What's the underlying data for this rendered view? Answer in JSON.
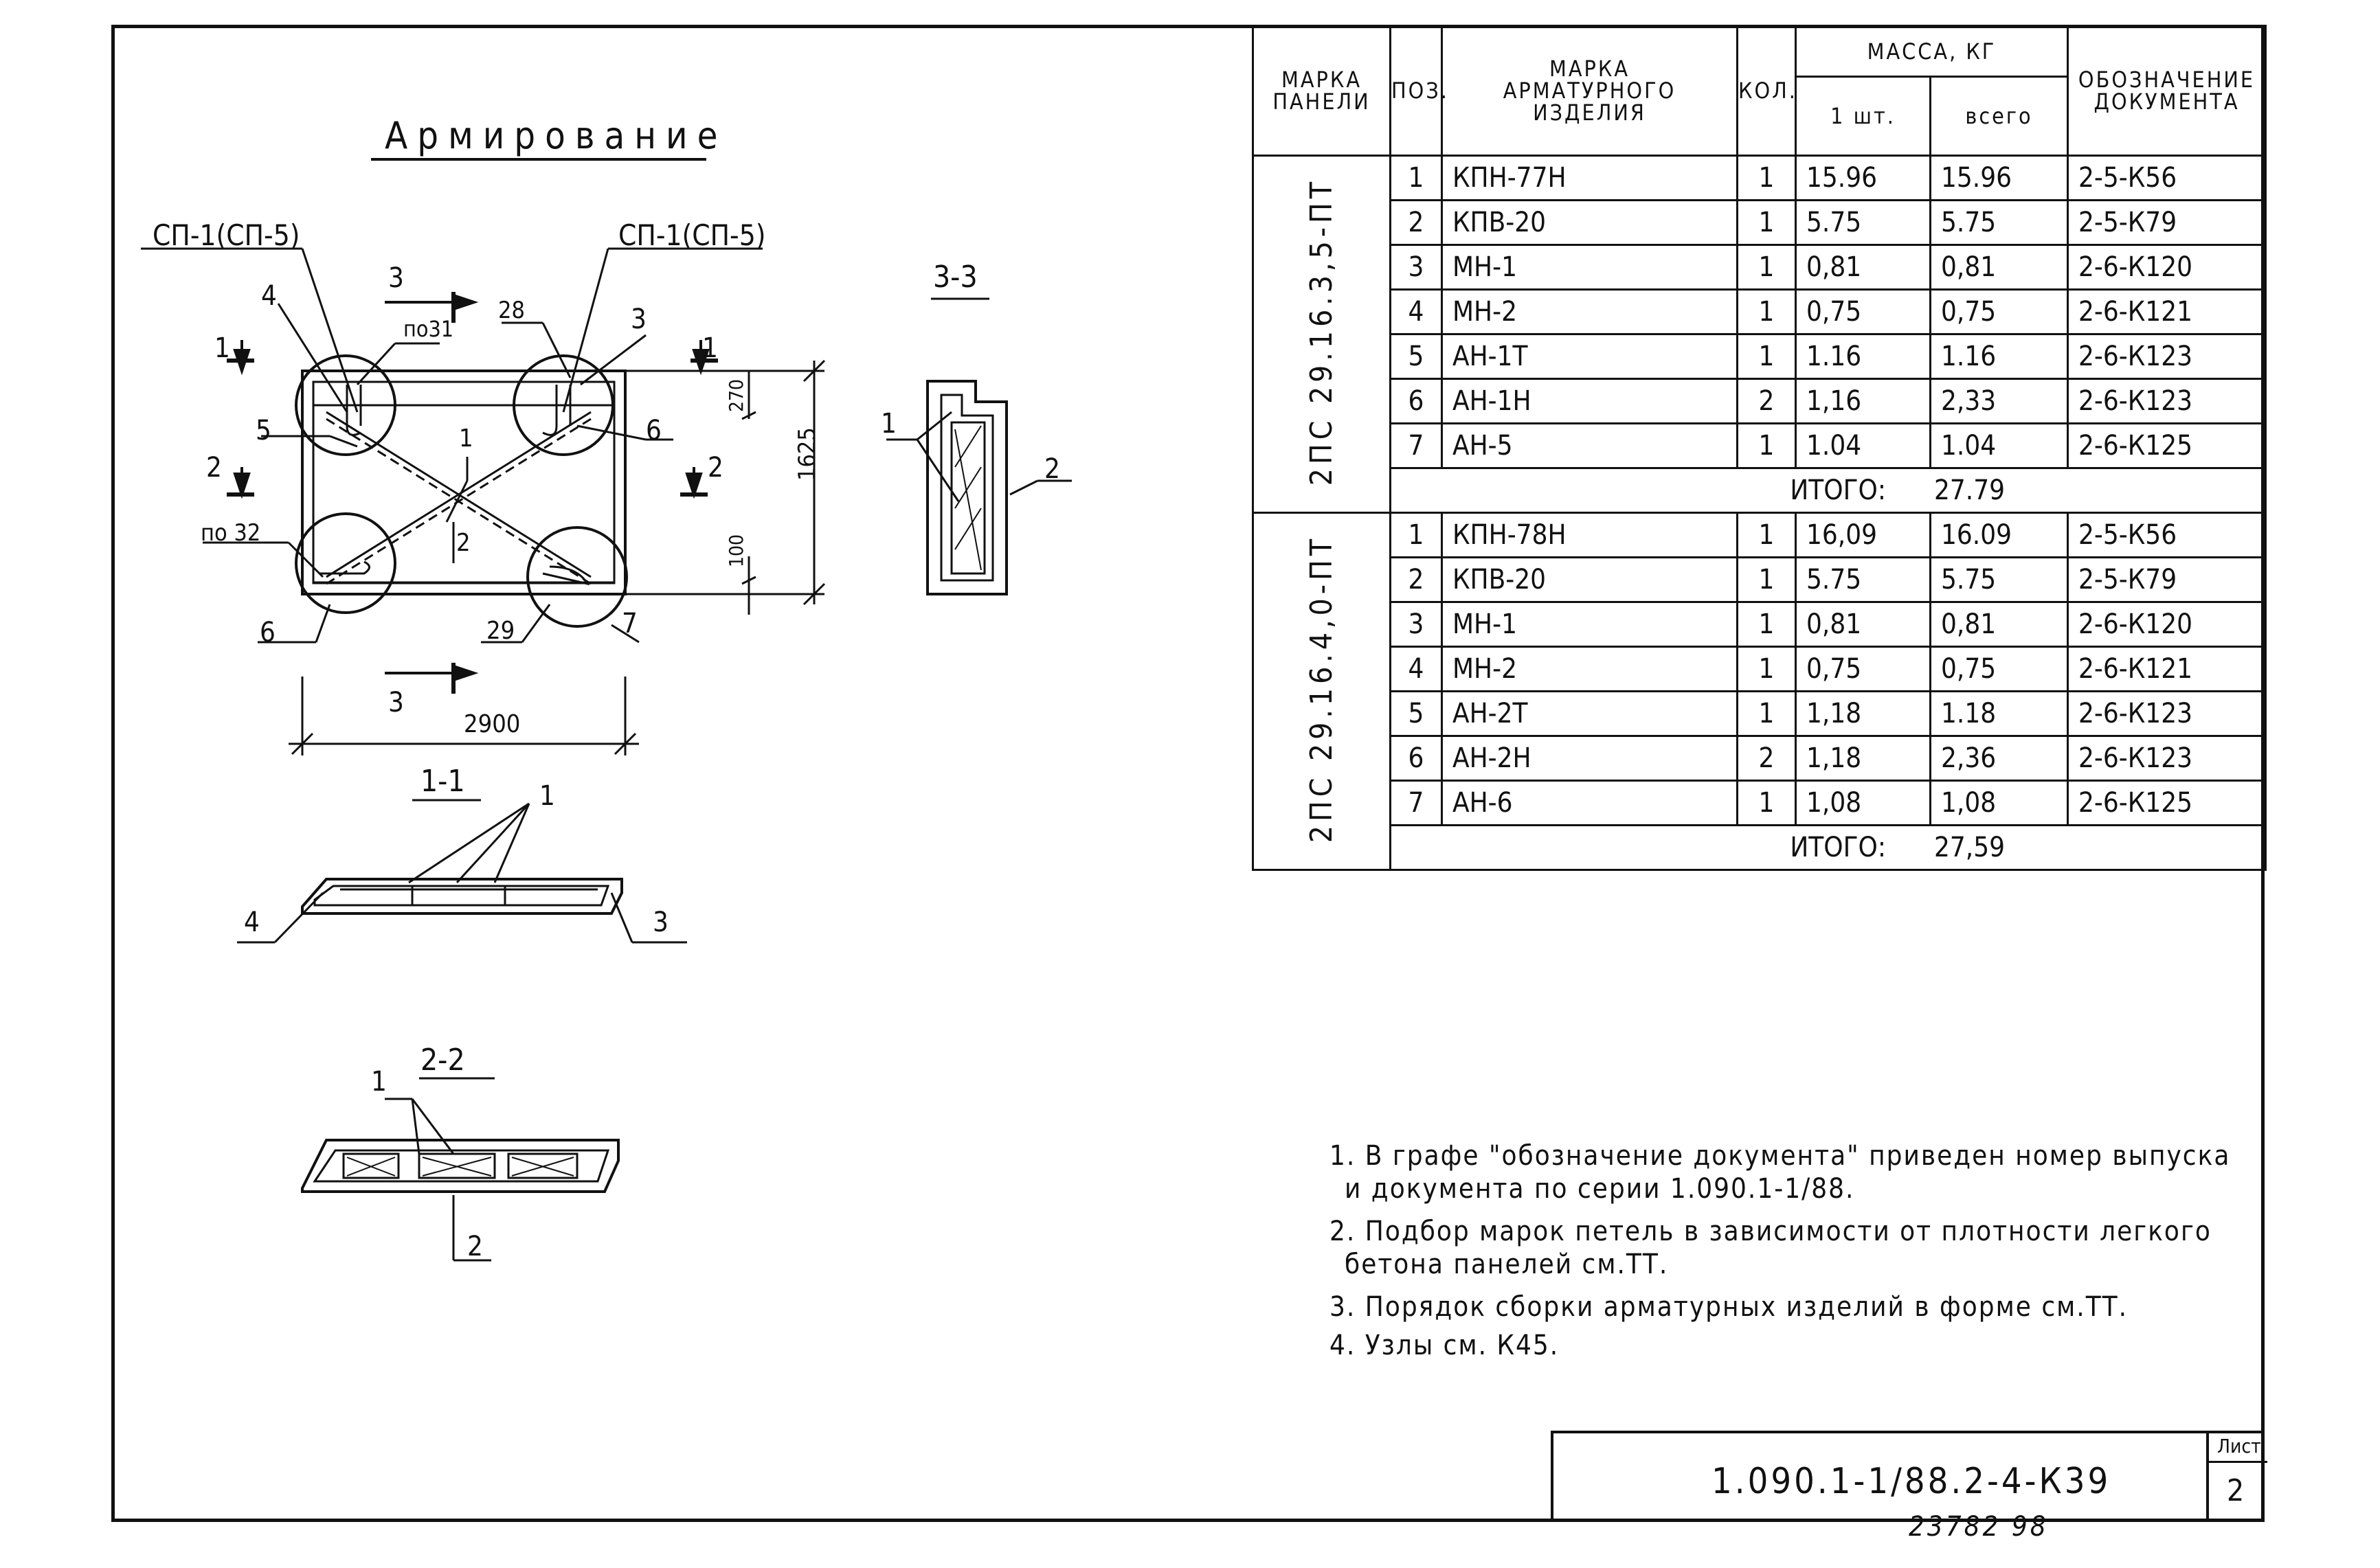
{
  "drawing": {
    "title": "Армирование",
    "labels": {
      "sp_left": "СП-1(СП-5)",
      "sp_right": "СП-1(СП-5)",
      "section_1_1": "1-1",
      "section_2_2": "2-2",
      "section_3_3": "3-3",
      "mark_po31": "по31",
      "mark_po32": "по 32",
      "n28": "28",
      "n29": "29",
      "dim_2900": "2900",
      "dim_1625": "1625",
      "dim_270": "270",
      "dim_100": "100",
      "pos1": "1",
      "pos2": "2",
      "pos3": "3",
      "pos4": "4",
      "pos5": "5",
      "pos6": "6",
      "pos7": "7",
      "cut3": "3",
      "cut1": "1",
      "cut2": "2"
    }
  },
  "table": {
    "headers": {
      "panel_mark": "МАРКА ПАНЕЛИ",
      "pos": "ПОЗ.",
      "item_mark": "МАРКА АРМАТУРНОГО ИЗДЕЛИЯ",
      "qty": "КОЛ.",
      "mass": "МАССА, КГ",
      "mass_one": "1 шт.",
      "mass_total": "всего",
      "doc": "ОБОЗНАЧЕНИЕ ДОКУМЕНТА"
    },
    "groups": [
      {
        "panel": "2ПС 29.16.3,5-ПТ",
        "rows": [
          {
            "pos": "1",
            "mark": "КПН-77Н",
            "qty": "1",
            "one": "15.96",
            "total": "15.96",
            "doc": "2-5-К56"
          },
          {
            "pos": "2",
            "mark": "КПВ-20",
            "qty": "1",
            "one": "5.75",
            "total": "5.75",
            "doc": "2-5-К79"
          },
          {
            "pos": "3",
            "mark": "МН-1",
            "qty": "1",
            "one": "0,81",
            "total": "0,81",
            "doc": "2-6-К120"
          },
          {
            "pos": "4",
            "mark": "МН-2",
            "qty": "1",
            "one": "0,75",
            "total": "0,75",
            "doc": "2-6-К121"
          },
          {
            "pos": "5",
            "mark": "АН-1Т",
            "qty": "1",
            "one": "1.16",
            "total": "1.16",
            "doc": "2-6-К123"
          },
          {
            "pos": "6",
            "mark": "АН-1Н",
            "qty": "2",
            "one": "1,16",
            "total": "2,33",
            "doc": "2-6-К123"
          },
          {
            "pos": "7",
            "mark": "АН-5",
            "qty": "1",
            "one": "1.04",
            "total": "1.04",
            "doc": "2-6-К125"
          }
        ],
        "total_label": "ИТОГО:",
        "total": "27.79"
      },
      {
        "panel": "2ПС 29.16.4,0-ПТ",
        "rows": [
          {
            "pos": "1",
            "mark": "КПН-78Н",
            "qty": "1",
            "one": "16,09",
            "total": "16.09",
            "doc": "2-5-К56"
          },
          {
            "pos": "2",
            "mark": "КПВ-20",
            "qty": "1",
            "one": "5.75",
            "total": "5.75",
            "doc": "2-5-К79"
          },
          {
            "pos": "3",
            "mark": "МН-1",
            "qty": "1",
            "one": "0,81",
            "total": "0,81",
            "doc": "2-6-К120"
          },
          {
            "pos": "4",
            "mark": "МН-2",
            "qty": "1",
            "one": "0,75",
            "total": "0,75",
            "doc": "2-6-К121"
          },
          {
            "pos": "5",
            "mark": "АН-2Т",
            "qty": "1",
            "one": "1,18",
            "total": "1.18",
            "doc": "2-6-К123"
          },
          {
            "pos": "6",
            "mark": "АН-2Н",
            "qty": "2",
            "one": "1,18",
            "total": "2,36",
            "doc": "2-6-К123"
          },
          {
            "pos": "7",
            "mark": "АН-6",
            "qty": "1",
            "one": "1,08",
            "total": "1,08",
            "doc": "2-6-К125"
          }
        ],
        "total_label": "ИТОГО:",
        "total": "27,59"
      }
    ]
  },
  "notes": [
    "1. В графе \"обозначение документа\" приведен номер выпуска",
    "и документа по серии 1.090.1-1/88.",
    "2. Подбор марок петель в зависимости от плотности легкого",
    "бетона панелей см.ТТ.",
    "3. Порядок сборки арматурных изделий в форме см.ТТ.",
    "4. Узлы см. К45."
  ],
  "stamp": {
    "code": "1.090.1-1/88.2-4-К39",
    "sheet_label": "Лист",
    "sheet": "2"
  },
  "footer": "23782 98"
}
